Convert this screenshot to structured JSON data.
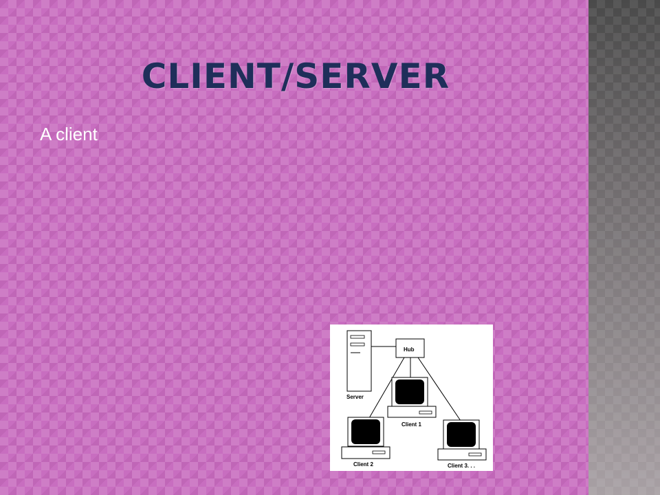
{
  "slide": {
    "title": "CLIENT/SERVER",
    "bullet": "A client"
  },
  "diagram": {
    "nodes": [
      {
        "id": "hub",
        "label": "Hub"
      },
      {
        "id": "server",
        "label": "Server"
      },
      {
        "id": "client1",
        "label": "Client 1"
      },
      {
        "id": "client2",
        "label": "Client 2"
      },
      {
        "id": "client3",
        "label": "Client 3. . ."
      }
    ]
  },
  "colors": {
    "background": "#c86ec0",
    "title": "#1f2e5a",
    "text": "#ffffff"
  }
}
